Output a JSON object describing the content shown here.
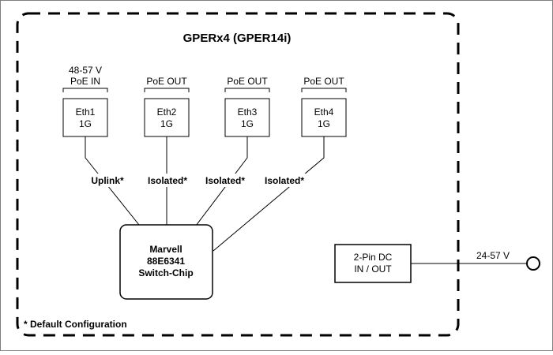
{
  "title": "GPERx4 (GPER14i)",
  "ports": [
    {
      "caption_line1": "48-57 V",
      "caption_line2": "PoE IN",
      "name": "Eth1",
      "speed": "1G",
      "link_label": "Uplink*"
    },
    {
      "caption_line1": "",
      "caption_line2": "PoE OUT",
      "name": "Eth2",
      "speed": "1G",
      "link_label": "Isolated*"
    },
    {
      "caption_line1": "",
      "caption_line2": "PoE OUT",
      "name": "Eth3",
      "speed": "1G",
      "link_label": "Isolated*"
    },
    {
      "caption_line1": "",
      "caption_line2": "PoE OUT",
      "name": "Eth4",
      "speed": "1G",
      "link_label": "Isolated*"
    }
  ],
  "switch_chip": {
    "line1": "Marvell",
    "line2": "88E6341",
    "line3": "Switch-Chip"
  },
  "dc_input": {
    "line1": "2-Pin DC",
    "line2": "IN / OUT",
    "voltage": "24-57 V"
  },
  "footnote": "* Default Configuration"
}
